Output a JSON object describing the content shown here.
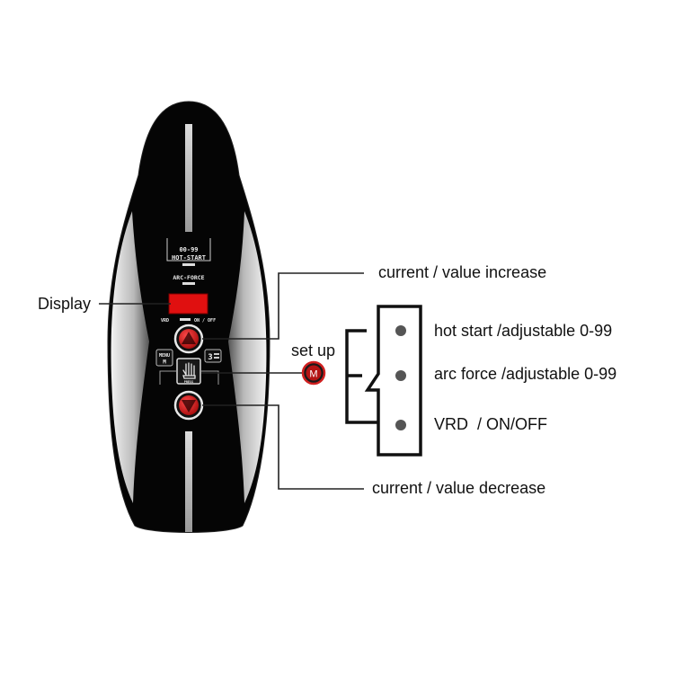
{
  "device": {
    "panel_lines": [
      "00-99",
      "HOT-START"
    ],
    "arc_force_label": "ARC-FORCE",
    "vrd_label": "VRD",
    "on_off_label": "ON / OFF",
    "menu_label": "MENU",
    "m_label": "M",
    "press_label": "PRESS",
    "mode_label": "3",
    "display_color": "#e01010",
    "up_button_color": "#d9141b",
    "down_button_color": "#d9141b"
  },
  "annotations": {
    "display": "Display",
    "increase": "current / value increase",
    "decrease": "current / value decrease",
    "setup": "set up",
    "setup_button": "M"
  },
  "menu_options": [
    {
      "label": "hot start /adjustable 0-99"
    },
    {
      "label": "arc force /adjustable 0-99"
    },
    {
      "label": "VRD  / ON/OFF"
    }
  ]
}
